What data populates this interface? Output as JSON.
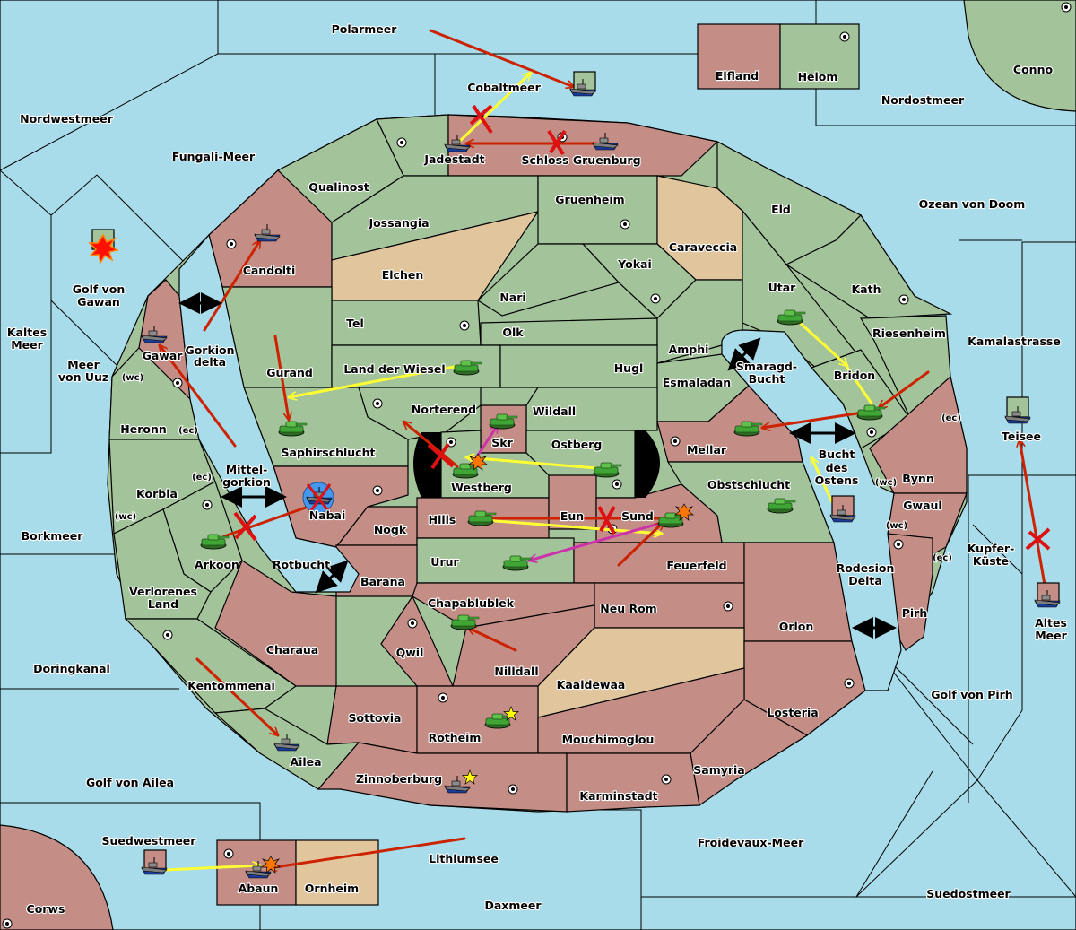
{
  "title": "Diplomacy map - Order resolution",
  "colors": {
    "sea": "#a8dcea",
    "neutral_land": "#a3c49a",
    "enemy_land": "#c48e86",
    "tan_land": "#e1c59d",
    "move_order": "#cc2200",
    "support_order": "#ffff33",
    "convoy_order": "#cc33aa",
    "failed_marker": "#dd1111",
    "dislodged_ring": "#4499ee"
  },
  "seas": [
    {
      "name": "Polarmeer"
    },
    {
      "name": "Nordwestmeer"
    },
    {
      "name": "Fungali-Meer"
    },
    {
      "name": "Cobaltmeer"
    },
    {
      "name": "Nordostmeer"
    },
    {
      "name": "Ozean von Doom"
    },
    {
      "name": "Kamalastrasse"
    },
    {
      "name": "Kaltes Meer"
    },
    {
      "name": "Meer von Uuz"
    },
    {
      "name": "Golf von Gawan"
    },
    {
      "name": "Gorkion delta"
    },
    {
      "name": "Mittel-gorkion"
    },
    {
      "name": "Borkmeer"
    },
    {
      "name": "Rotbucht"
    },
    {
      "name": "Doringkanal"
    },
    {
      "name": "Golf von Ailea"
    },
    {
      "name": "Suedwestmeer"
    },
    {
      "name": "Lithiumsee"
    },
    {
      "name": "Daxmeer"
    },
    {
      "name": "Froidevaux-Meer"
    },
    {
      "name": "Suedostmeer"
    },
    {
      "name": "Golf von Pirh"
    },
    {
      "name": "Altes Meer"
    },
    {
      "name": "Kupfer-Küste"
    },
    {
      "name": "Teisee"
    },
    {
      "name": "Smaragd-Bucht"
    },
    {
      "name": "Bucht des Ostens"
    },
    {
      "name": "Rodesion Delta"
    }
  ],
  "labels": {
    "polarmeer": "Polarmeer",
    "nordwestmeer": "Nordwestmeer",
    "fungali": "Fungali-Meer",
    "cobaltmeer": "Cobaltmeer",
    "nordostmeer": "Nordostmeer",
    "ozean": "Ozean von Doom",
    "kamala": "Kamalastrasse",
    "kaltes1": "Kaltes",
    "kaltes2": "Meer",
    "uuz1": "Meer",
    "uuz2": "von Uuz",
    "gawan1": "Golf von",
    "gawan2": "Gawan",
    "gorkion1": "Gorkion",
    "gorkion2": "delta",
    "mittel1": "Mittel-",
    "mittel2": "gorkion",
    "borkmeer": "Borkmeer",
    "rotbucht": "Rotbucht",
    "doring": "Doringkanal",
    "ailea_golf": "Golf von Ailea",
    "suedwest": "Suedwestmeer",
    "lithium": "Lithiumsee",
    "daxmeer": "Daxmeer",
    "froide": "Froidevaux-Meer",
    "suedost": "Suedostmeer",
    "pirh_golf": "Golf von Pirh",
    "altes1": "Altes",
    "altes2": "Meer",
    "kupfer1": "Kupfer-",
    "kupfer2": "Küste",
    "teisee": "Teisee",
    "smaragd1": "Smaragd-",
    "smaragd2": "Bucht",
    "bucht1": "Bucht",
    "bucht2": "des",
    "bucht3": "Ostens",
    "rodesion1": "Rodesion",
    "rodesion2": "Delta",
    "elfland": "Elfland",
    "helom": "Helom",
    "conno": "Conno",
    "jadestadt": "Jadestadt",
    "schloss": "Schloss Gruenburg",
    "qualinost": "Qualinost",
    "candolti": "Candolti",
    "jossangia": "Jossangia",
    "gruenheim": "Gruenheim",
    "eld": "Eld",
    "caraveccia": "Caraveccia",
    "elchen": "Elchen",
    "yokai": "Yokai",
    "nari": "Nari",
    "utar": "Utar",
    "kath": "Kath",
    "tel": "Tel",
    "olk": "Olk",
    "amphi": "Amphi",
    "riesenheim": "Riesenheim",
    "gawar": "Gawar",
    "gurand": "Gurand",
    "wiesel": "Land der Wiesel",
    "hugl": "Hugl",
    "esmaladan": "Esmaladan",
    "bridon": "Bridon",
    "heronn": "Heronn",
    "norterend": "Norterend",
    "wildall": "Wildall",
    "skr": "Skr",
    "ostberg": "Ostberg",
    "mellar": "Mellar",
    "saphir": "Saphirschlucht",
    "westberg": "Westberg",
    "obst": "Obstschlucht",
    "bynn": "Bynn",
    "korbia": "Korbia",
    "nabai": "Nabai",
    "hills": "Hills",
    "eun": "Eun",
    "sund": "Sund",
    "gwaul": "Gwaul",
    "nogk": "Nogk",
    "arkoon": "Arkoon",
    "urur": "Urur",
    "feuerfeld": "Feuerfeld",
    "barana": "Barana",
    "verl1": "Verlorenes",
    "verl2": "Land",
    "chapa": "Chapablublek",
    "neurom": "Neu Rom",
    "orlon": "Orlon",
    "pirh": "Pirh",
    "qwil": "Qwil",
    "charaua": "Charaua",
    "nilldall": "Nilldall",
    "kentom": "Kentommenai",
    "kaalde": "Kaaldewaa",
    "losteria": "Losteria",
    "sottovia": "Sottovia",
    "rotheim": "Rotheim",
    "mouchi": "Mouchimoglou",
    "ailea": "Ailea",
    "samyria": "Samyria",
    "zinnober": "Zinnoberburg",
    "karmin": "Karminstadt",
    "abaun": "Abaun",
    "ornheim": "Ornheim",
    "corws": "Corws"
  },
  "coast_labels": {
    "wc": "(wc)",
    "ec": "(ec)"
  },
  "units": [
    {
      "type": "fleet",
      "location": "Polarmeer",
      "target": "Cobaltmeer",
      "status": "move"
    },
    {
      "type": "fleet",
      "location": "Jadestadt"
    },
    {
      "type": "fleet",
      "location": "Schloss Gruenburg",
      "target": "Jadestadt",
      "status": "failed"
    },
    {
      "type": "fleet",
      "location": "Candolti"
    },
    {
      "type": "fleet",
      "location": "Gawar"
    },
    {
      "type": "fleet",
      "location": "Nabai",
      "status": "dislodged"
    },
    {
      "type": "army",
      "location": "Saphirschlucht"
    },
    {
      "type": "army",
      "location": "Land der Wiesel",
      "support": "Saphirschlucht"
    },
    {
      "type": "army",
      "location": "Arkoon",
      "target": "Nabai",
      "status": "failed"
    },
    {
      "type": "army",
      "location": "Westberg",
      "status": "attacked"
    },
    {
      "type": "army",
      "location": "Skr"
    },
    {
      "type": "army",
      "location": "Ostberg",
      "support": "Westberg"
    },
    {
      "type": "army",
      "location": "Hills"
    },
    {
      "type": "army",
      "location": "Sund",
      "status": "attacked"
    },
    {
      "type": "army",
      "location": "Urur",
      "convoy": "Sund"
    },
    {
      "type": "army",
      "location": "Chapablublek"
    },
    {
      "type": "army",
      "location": "Utar",
      "support": "Bridon"
    },
    {
      "type": "army",
      "location": "Bridon"
    },
    {
      "type": "army",
      "location": "Mellar"
    },
    {
      "type": "army",
      "location": "Obstschlucht"
    },
    {
      "type": "fleet",
      "location": "Bucht des Ostens",
      "support": "Mellar"
    },
    {
      "type": "fleet",
      "location": "Teisee"
    },
    {
      "type": "fleet",
      "location": "Altes Meer",
      "target": "Teisee",
      "status": "failed"
    },
    {
      "type": "army",
      "location": "Rotheim",
      "status": "built"
    },
    {
      "type": "fleet",
      "location": "Zinnoberburg",
      "status": "built"
    },
    {
      "type": "fleet",
      "location": "Ailea"
    },
    {
      "type": "fleet",
      "location": "Suedwestmeer",
      "support": "Abaun"
    },
    {
      "type": "fleet",
      "location": "Abaun",
      "status": "attacked"
    },
    {
      "type": "fleet",
      "location": "Golf von Gawan",
      "status": "destroyed"
    }
  ]
}
